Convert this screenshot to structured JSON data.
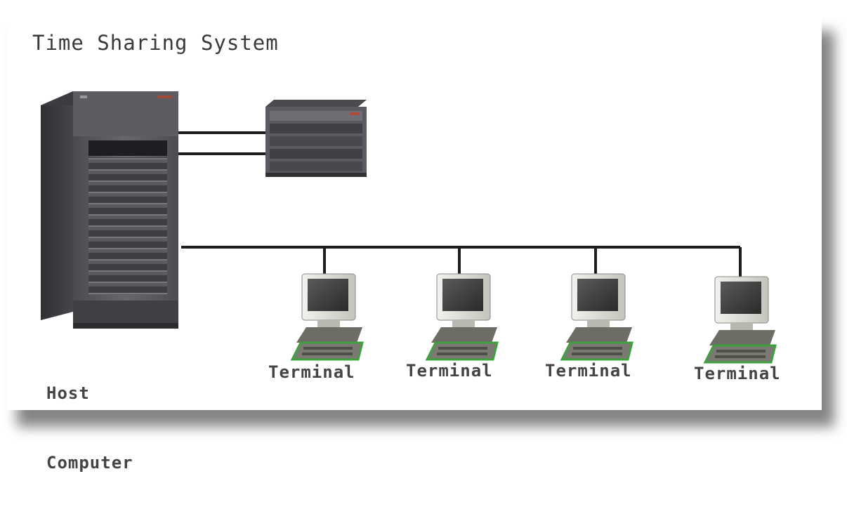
{
  "diagram": {
    "title": "Time Sharing System",
    "host_label_line1": "Host",
    "host_label_line2": "Computer",
    "terminals": [
      {
        "label": "Terminal"
      },
      {
        "label": "Terminal"
      },
      {
        "label": "Terminal"
      },
      {
        "label": "Terminal"
      }
    ]
  },
  "colors": {
    "background": "#ffffff",
    "shadow": "#6f6f6f",
    "line": "#1e1e1e",
    "server_body": "#55555b",
    "terminal_green": "#3fa040"
  }
}
